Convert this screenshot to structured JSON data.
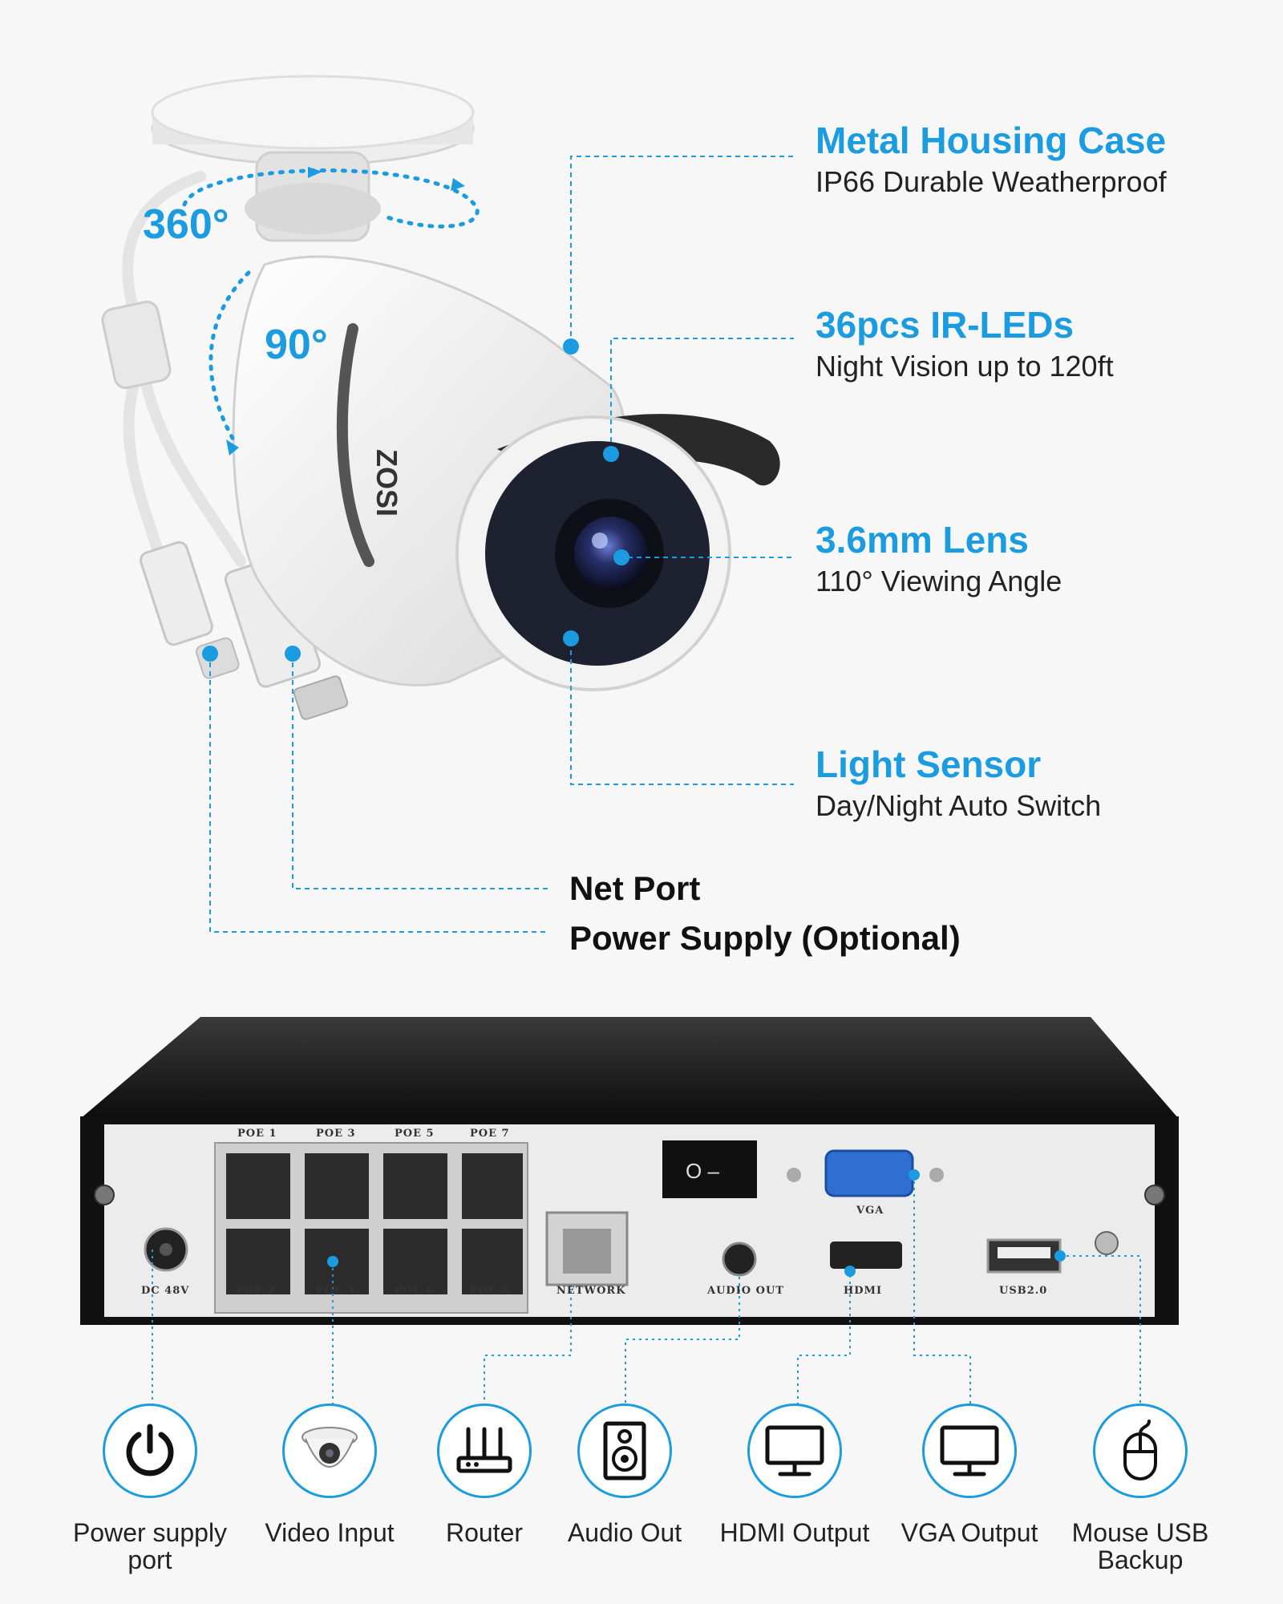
{
  "camera": {
    "brand": "ZOSI",
    "angle_pan": "360°",
    "angle_tilt": "90°",
    "features": [
      {
        "title": "Metal Housing Case",
        "subtitle": "IP66 Durable Weatherproof"
      },
      {
        "title": "36pcs IR-LEDs",
        "subtitle": "Night Vision up to 120ft"
      },
      {
        "title": "3.6mm Lens",
        "subtitle": "110° Viewing Angle"
      },
      {
        "title": "Light Sensor",
        "subtitle": "Day/Night Auto Switch"
      }
    ],
    "ports": [
      "Net Port",
      "Power Supply (Optional)"
    ]
  },
  "nvr": {
    "labels": {
      "poe1": "POE 1",
      "poe2": "POE 2",
      "poe3": "POE 3",
      "poe4": "POE 4",
      "poe5": "POE 5",
      "poe6": "POE 6",
      "poe7": "POE 7",
      "poe8": "POE 8",
      "dc": "DC 48V",
      "network": "NETWORK",
      "audio": "AUDIO OUT",
      "vga": "VGA",
      "hdmi": "HDMI",
      "usb": "USB2.0"
    }
  },
  "connections": [
    {
      "icon": "power-icon",
      "label_line1": "Power supply",
      "label_line2": "port"
    },
    {
      "icon": "dome-camera-icon",
      "label_line1": "Video Input",
      "label_line2": ""
    },
    {
      "icon": "router-icon",
      "label_line1": "Router",
      "label_line2": ""
    },
    {
      "icon": "speaker-icon",
      "label_line1": "Audio Out",
      "label_line2": ""
    },
    {
      "icon": "monitor-icon",
      "label_line1": "HDMI Output",
      "label_line2": ""
    },
    {
      "icon": "monitor-icon",
      "label_line1": "VGA Output",
      "label_line2": ""
    },
    {
      "icon": "mouse-icon",
      "label_line1": "Mouse USB",
      "label_line2": "Backup"
    }
  ],
  "colors": {
    "accent": "#1b9be0",
    "text": "#222222",
    "nvr_body": "#1a1a1a",
    "nvr_panel": "#ececec"
  }
}
